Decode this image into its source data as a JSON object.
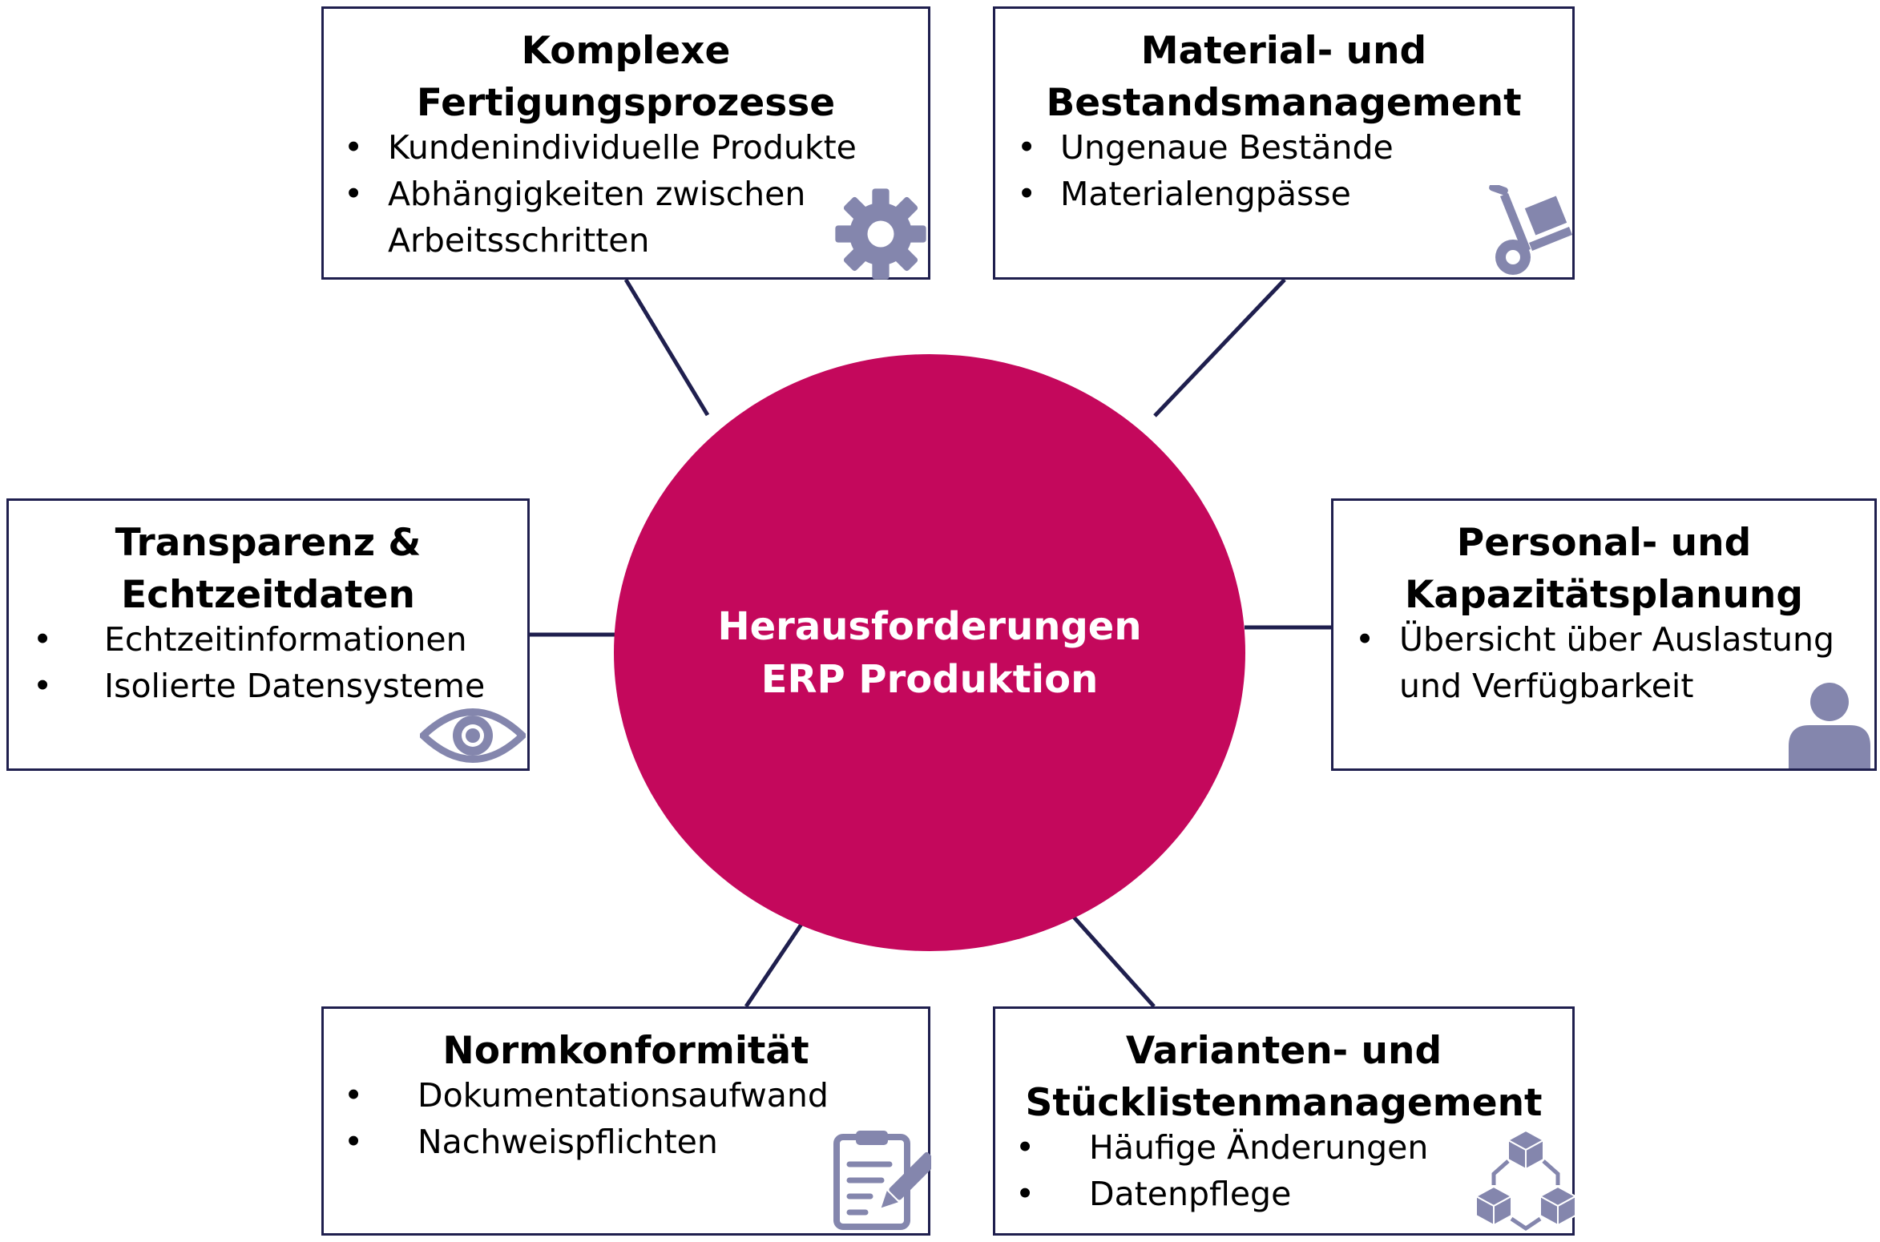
{
  "center": {
    "line1": "Herausforderungen",
    "line2": "ERP Produktion",
    "color": "#c4085c"
  },
  "boxes": {
    "fertigung": {
      "title_line1": "Komplexe",
      "title_line2": "Fertigungsprozesse",
      "items": [
        "Kundenindividuelle Produkte",
        "Abhängigkeiten zwischen Arbeitsschritten"
      ],
      "icon": "gear-icon"
    },
    "material": {
      "title_line1": "Material- und",
      "title_line2": "Bestandsmanagement",
      "items": [
        "Ungenaue Bestände",
        "Materialengpässe"
      ],
      "icon": "hand-truck-icon"
    },
    "transparenz": {
      "title_line1": "Transparenz &",
      "title_line2": "Echtzeitdaten",
      "items": [
        "Echtzeitinformationen",
        "Isolierte Datensysteme"
      ],
      "icon": "eye-icon"
    },
    "personal": {
      "title_line1": "Personal- und",
      "title_line2": "Kapazitätsplanung",
      "items": [
        "Übersicht über Auslastung und Verfügbarkeit"
      ],
      "icon": "person-icon"
    },
    "norm": {
      "title_line1": "Normkonformität",
      "items": [
        "Dokumentationsaufwand",
        "Nachweispflichten"
      ],
      "icon": "clipboard-icon"
    },
    "varianten": {
      "title_line1": "Varianten- und",
      "title_line2": "Stücklistenmanagement",
      "items": [
        "Häufige Änderungen",
        "Datenpflege"
      ],
      "icon": "cubes-icon"
    }
  },
  "colors": {
    "border": "#1f1f4e",
    "icon": "#8486ad"
  }
}
